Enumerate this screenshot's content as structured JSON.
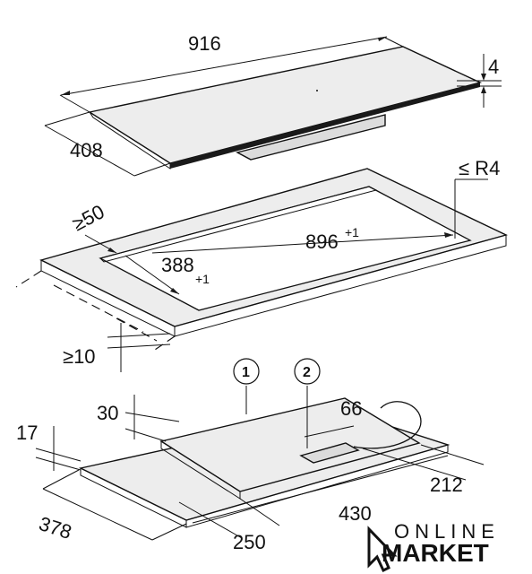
{
  "top_view": {
    "width_label": "916",
    "depth_label": "408",
    "thickness_label": "4"
  },
  "cutout": {
    "radius_label": "≤ R4",
    "edge_label": "≥50",
    "length_label": "896",
    "length_tol": "+1",
    "width_label": "388",
    "width_tol": "+1",
    "worktop_label": "≥10"
  },
  "underside": {
    "callout_1": "1",
    "callout_2": "2",
    "dim_30": "30",
    "dim_66": "66",
    "dim_17": "17",
    "dim_378": "378",
    "dim_430": "430",
    "dim_212": "212",
    "dim_250": "250"
  },
  "logo": {
    "line1": "ONLINE",
    "line2": "MARKET"
  }
}
